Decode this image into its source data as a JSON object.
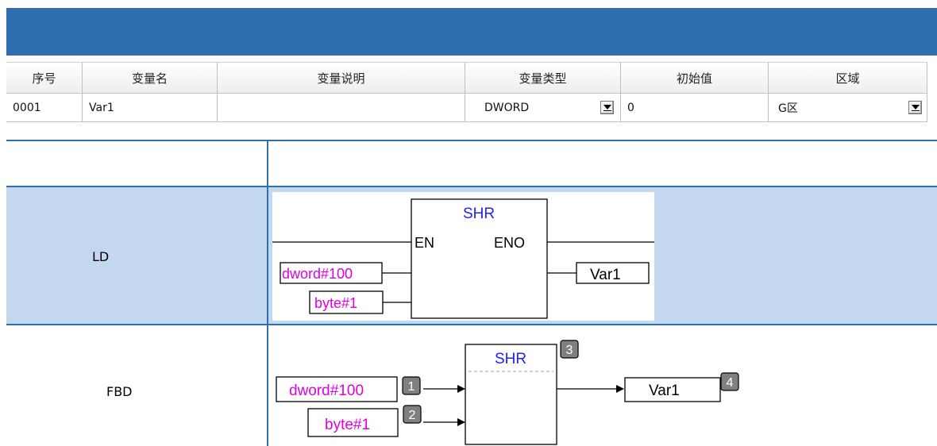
{
  "table": {
    "headers": [
      "序号",
      "变量名",
      "变量说明",
      "变量类型",
      "初始值",
      "区域"
    ],
    "row": {
      "index": "0001",
      "name": "Var1",
      "description": "",
      "type": "DWORD",
      "initial": "0",
      "area": "G区"
    }
  },
  "rows": {
    "ld_label": "LD",
    "fbd_label": "FBD"
  },
  "ld": {
    "block_name": "SHR",
    "en": "EN",
    "eno": "ENO",
    "in1": "dword#100",
    "in2": "byte#1",
    "out": "Var1"
  },
  "fbd": {
    "block_name": "SHR",
    "in1": "dword#100",
    "in2": "byte#1",
    "out": "Var1",
    "badges": [
      "1",
      "2",
      "3",
      "4"
    ]
  },
  "colors": {
    "accent": "#2e6fb0",
    "row_highlight": "#c3d8ef",
    "variable_text": "#e000e0",
    "block_title": "#2020ff",
    "badge": "#808080"
  }
}
